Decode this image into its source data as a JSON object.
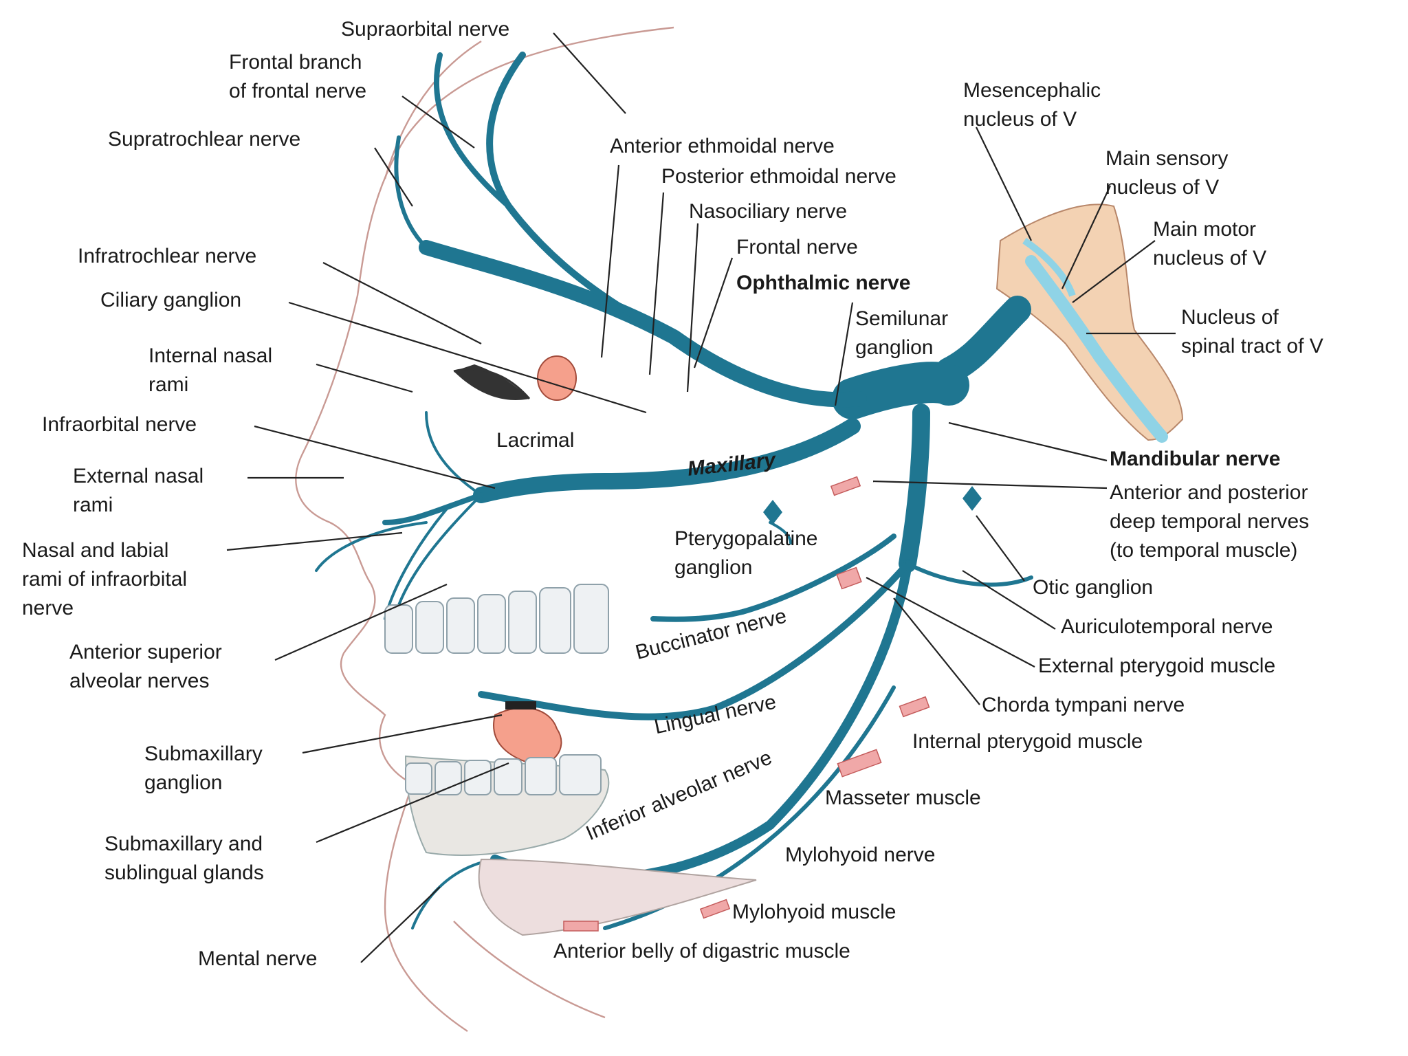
{
  "labels": {
    "supraorbital": "Supraorbital nerve",
    "frontal_branch": "Frontal branch\nof frontal nerve",
    "supratrochlear": "Supratrochlear nerve",
    "infratrochlear": "Infratrochlear nerve",
    "ciliary_ganglion": "Ciliary ganglion",
    "internal_nasal": "Internal nasal\nrami",
    "infraorbital": "Infraorbital nerve",
    "external_nasal": "External nasal\nrami",
    "nasal_labial": "Nasal and labial\nrami of infraorbital\nnerve",
    "anterior_superior_alveolar": "Anterior superior\nalveolar nerves",
    "submaxillary_ganglion": "Submaxillary\nganglion",
    "submaxillary_glands": "Submaxillary and\nsublingual glands",
    "mental": "Mental nerve",
    "anterior_ethmoidal": "Anterior ethmoidal nerve",
    "posterior_ethmoidal": "Posterior ethmoidal nerve",
    "nasociliary": "Nasociliary nerve",
    "frontal_nerve": "Frontal nerve",
    "ophthalmic": "Ophthalmic nerve",
    "semilunar": "Semilunar\nganglion",
    "lacrimal": "Lacrimal",
    "maxillary": "Maxillary",
    "pterygopalatine": "Pterygopalatine\nganglion",
    "buccinator": "Buccinator nerve",
    "lingual": "Lingual nerve",
    "inferior_alveolar": "Inferior alveolar nerve",
    "mesencephalic": "Mesencephalic\nnucleus of V",
    "main_sensory": "Main sensory\nnucleus of V",
    "main_motor": "Main motor\nnucleus of V",
    "spinal_tract": "Nucleus of\nspinal tract of V",
    "mandibular": "Mandibular nerve",
    "deep_temporal": "Anterior and posterior\ndeep temporal nerves\n(to temporal muscle)",
    "otic": "Otic ganglion",
    "auriculotemporal": "Auriculotemporal nerve",
    "external_pterygoid": "External pterygoid muscle",
    "chorda": "Chorda tympani nerve",
    "internal_pterygoid": "Internal pterygoid muscle",
    "masseter": "Masseter muscle",
    "mylohyoid_nerve": "Mylohyoid nerve",
    "mylohyoid_muscle": "Mylohyoid muscle",
    "digastric": "Anterior belly of digastric muscle"
  },
  "colors": {
    "nerve": "#1f7691",
    "brainstem": "#f3d2b3",
    "nucleus": "#8fd3e6",
    "ganglion": "#f5a08c",
    "muscle": "#f0a8a8",
    "outline": "#c99a94"
  }
}
